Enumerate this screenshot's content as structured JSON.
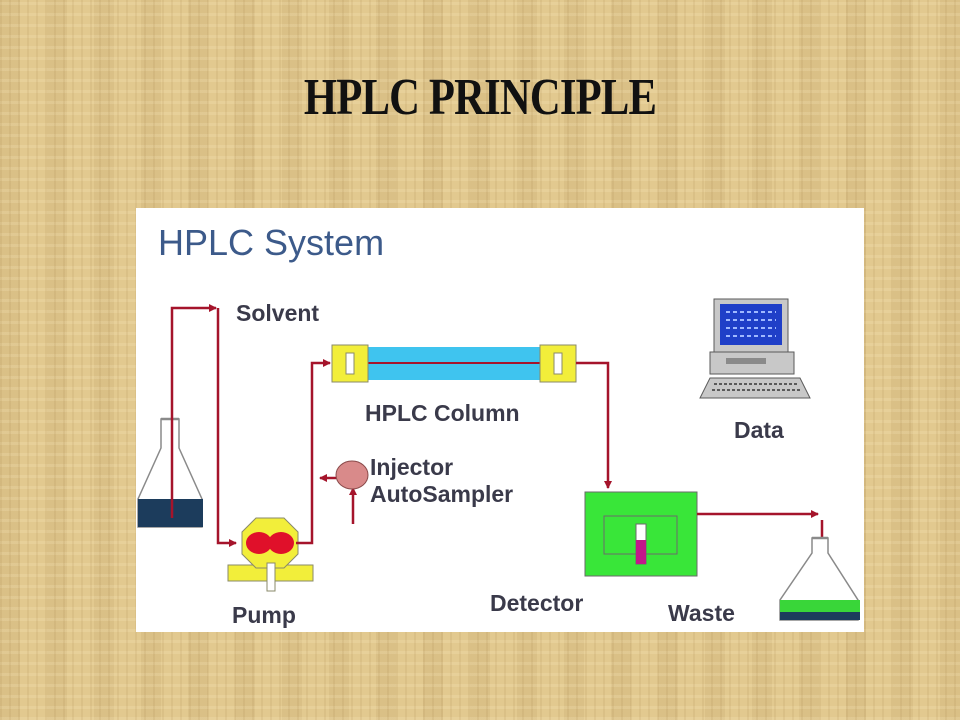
{
  "slide": {
    "title": "HPLC PRINCIPLE"
  },
  "diagram": {
    "system_title": "HPLC System",
    "labels": {
      "solvent": "Solvent",
      "column": "HPLC Column",
      "data": "Data",
      "injector_line1": "Injector",
      "injector_line2": "AutoSampler",
      "pump": "Pump",
      "detector": "Detector",
      "waste": "Waste"
    },
    "colors": {
      "flow_line": "#a5142b",
      "system_title": "#3c5a8a",
      "column_tube": "#3fc4ef",
      "column_fittings": "#f2ee3a",
      "detector_body": "#39e639",
      "pump_body": "#f2ee3a",
      "pump_heads": "#e0102a",
      "injector_bulb": "#d98a8a",
      "solvent_liquid": "#1c3c5c",
      "waste_liquid": "#39d639"
    }
  }
}
